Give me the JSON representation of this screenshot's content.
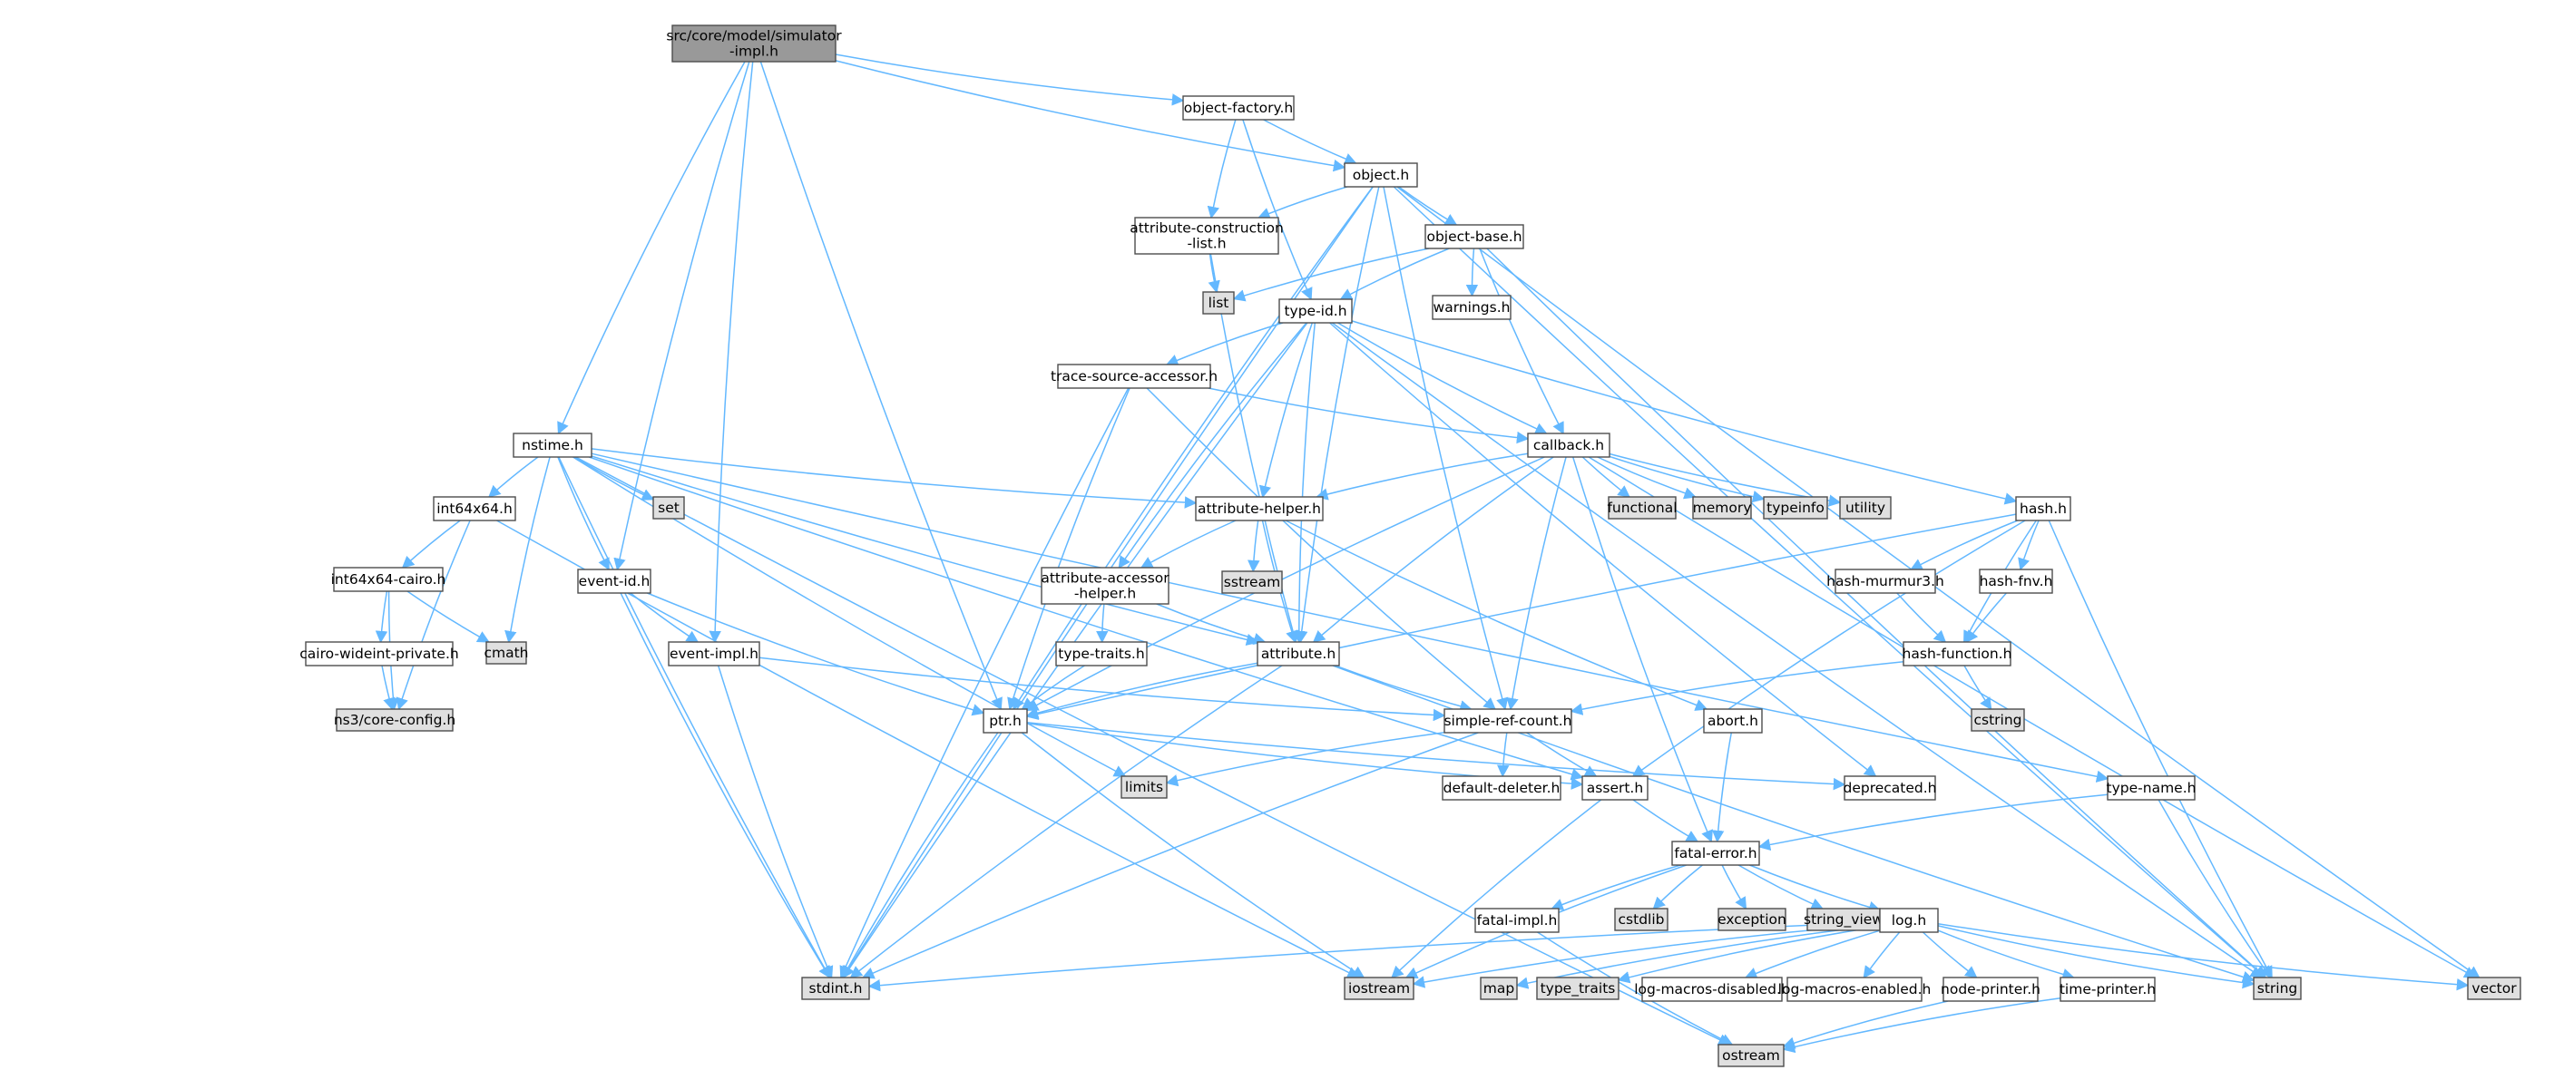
{
  "colors": {
    "edge": "#63b8ff",
    "node_fill": "#ffffff",
    "root_fill": "#999999",
    "system_fill": "#e0e0e0",
    "border": "#4d4d4d",
    "text": "#000000"
  },
  "nodes": [
    {
      "id": "root",
      "lines": [
        "src/core/model/simulator",
        "-impl.h"
      ],
      "kind": "root"
    },
    {
      "id": "object-factory",
      "lines": [
        "object-factory.h"
      ],
      "kind": "header"
    },
    {
      "id": "object",
      "lines": [
        "object.h"
      ],
      "kind": "header"
    },
    {
      "id": "attr-construction",
      "lines": [
        "attribute-construction",
        "-list.h"
      ],
      "kind": "header"
    },
    {
      "id": "object-base",
      "lines": [
        "object-base.h"
      ],
      "kind": "header"
    },
    {
      "id": "list",
      "lines": [
        "list"
      ],
      "kind": "system"
    },
    {
      "id": "warnings",
      "lines": [
        "warnings.h"
      ],
      "kind": "header"
    },
    {
      "id": "type-id",
      "lines": [
        "type-id.h"
      ],
      "kind": "header"
    },
    {
      "id": "trace-source",
      "lines": [
        "trace-source-accessor.h"
      ],
      "kind": "header"
    },
    {
      "id": "nstime",
      "lines": [
        "nstime.h"
      ],
      "kind": "header"
    },
    {
      "id": "callback",
      "lines": [
        "callback.h"
      ],
      "kind": "header"
    },
    {
      "id": "set",
      "lines": [
        "set"
      ],
      "kind": "system"
    },
    {
      "id": "int64x64",
      "lines": [
        "int64x64.h"
      ],
      "kind": "header"
    },
    {
      "id": "attribute-helper",
      "lines": [
        "attribute-helper.h"
      ],
      "kind": "header"
    },
    {
      "id": "functional",
      "lines": [
        "functional"
      ],
      "kind": "system"
    },
    {
      "id": "memory",
      "lines": [
        "memory"
      ],
      "kind": "system"
    },
    {
      "id": "typeinfo",
      "lines": [
        "typeinfo"
      ],
      "kind": "system"
    },
    {
      "id": "utility",
      "lines": [
        "utility"
      ],
      "kind": "system"
    },
    {
      "id": "hash",
      "lines": [
        "hash.h"
      ],
      "kind": "header"
    },
    {
      "id": "int64x64-cairo",
      "lines": [
        "int64x64-cairo.h"
      ],
      "kind": "header"
    },
    {
      "id": "event-id",
      "lines": [
        "event-id.h"
      ],
      "kind": "header"
    },
    {
      "id": "sstream",
      "lines": [
        "sstream"
      ],
      "kind": "system"
    },
    {
      "id": "attr-accessor",
      "lines": [
        "attribute-accessor",
        "-helper.h"
      ],
      "kind": "header"
    },
    {
      "id": "hash-murmur3",
      "lines": [
        "hash-murmur3.h"
      ],
      "kind": "header"
    },
    {
      "id": "hash-fnv",
      "lines": [
        "hash-fnv.h"
      ],
      "kind": "header"
    },
    {
      "id": "cairo-wideint",
      "lines": [
        "cairo-wideint-private.h"
      ],
      "kind": "header"
    },
    {
      "id": "cmath",
      "lines": [
        "cmath"
      ],
      "kind": "system"
    },
    {
      "id": "event-impl",
      "lines": [
        "event-impl.h"
      ],
      "kind": "header"
    },
    {
      "id": "type-traits-h",
      "lines": [
        "type-traits.h"
      ],
      "kind": "header"
    },
    {
      "id": "attribute",
      "lines": [
        "attribute.h"
      ],
      "kind": "header"
    },
    {
      "id": "hash-function",
      "lines": [
        "hash-function.h"
      ],
      "kind": "header"
    },
    {
      "id": "ns3-config",
      "lines": [
        "ns3/core-config.h"
      ],
      "kind": "system"
    },
    {
      "id": "cstring",
      "lines": [
        "cstring"
      ],
      "kind": "system"
    },
    {
      "id": "ptr",
      "lines": [
        "ptr.h"
      ],
      "kind": "header"
    },
    {
      "id": "simple-ref",
      "lines": [
        "simple-ref-count.h"
      ],
      "kind": "header"
    },
    {
      "id": "abort",
      "lines": [
        "abort.h"
      ],
      "kind": "header"
    },
    {
      "id": "limits",
      "lines": [
        "limits"
      ],
      "kind": "system"
    },
    {
      "id": "default-deleter",
      "lines": [
        "default-deleter.h"
      ],
      "kind": "header"
    },
    {
      "id": "assert",
      "lines": [
        "assert.h"
      ],
      "kind": "header"
    },
    {
      "id": "deprecated",
      "lines": [
        "deprecated.h"
      ],
      "kind": "header"
    },
    {
      "id": "type-name",
      "lines": [
        "type-name.h"
      ],
      "kind": "header"
    },
    {
      "id": "fatal-error",
      "lines": [
        "fatal-error.h"
      ],
      "kind": "header"
    },
    {
      "id": "fatal-impl",
      "lines": [
        "fatal-impl.h"
      ],
      "kind": "header"
    },
    {
      "id": "cstdlib",
      "lines": [
        "cstdlib"
      ],
      "kind": "system"
    },
    {
      "id": "exception",
      "lines": [
        "exception"
      ],
      "kind": "system"
    },
    {
      "id": "string_view",
      "lines": [
        "string_view"
      ],
      "kind": "system"
    },
    {
      "id": "log",
      "lines": [
        "log.h"
      ],
      "kind": "header"
    },
    {
      "id": "stdint",
      "lines": [
        "stdint.h"
      ],
      "kind": "system"
    },
    {
      "id": "iostream",
      "lines": [
        "iostream"
      ],
      "kind": "system"
    },
    {
      "id": "map",
      "lines": [
        "map"
      ],
      "kind": "system"
    },
    {
      "id": "type_traits",
      "lines": [
        "type_traits"
      ],
      "kind": "system"
    },
    {
      "id": "log-macros-disabled",
      "lines": [
        "log-macros-disabled.h"
      ],
      "kind": "header"
    },
    {
      "id": "log-macros-enabled",
      "lines": [
        "log-macros-enabled.h"
      ],
      "kind": "header"
    },
    {
      "id": "node-printer",
      "lines": [
        "node-printer.h"
      ],
      "kind": "header"
    },
    {
      "id": "time-printer",
      "lines": [
        "time-printer.h"
      ],
      "kind": "header"
    },
    {
      "id": "string",
      "lines": [
        "string"
      ],
      "kind": "system"
    },
    {
      "id": "vector",
      "lines": [
        "vector"
      ],
      "kind": "system"
    },
    {
      "id": "ostream",
      "lines": [
        "ostream"
      ],
      "kind": "system"
    }
  ],
  "edges": [
    [
      "root",
      "object-factory"
    ],
    [
      "root",
      "object"
    ],
    [
      "root",
      "nstime"
    ],
    [
      "root",
      "event-id"
    ],
    [
      "root",
      "event-impl"
    ],
    [
      "root",
      "ptr"
    ],
    [
      "object-factory",
      "object"
    ],
    [
      "object-factory",
      "attr-construction"
    ],
    [
      "object-factory",
      "type-id"
    ],
    [
      "object",
      "attr-construction"
    ],
    [
      "object",
      "object-base"
    ],
    [
      "object",
      "ptr"
    ],
    [
      "object",
      "attribute"
    ],
    [
      "object",
      "simple-ref"
    ],
    [
      "object",
      "stdint"
    ],
    [
      "object",
      "string"
    ],
    [
      "object",
      "vector"
    ],
    [
      "attr-construction",
      "list"
    ],
    [
      "attr-construction",
      "attribute"
    ],
    [
      "object-base",
      "list"
    ],
    [
      "object-base",
      "warnings"
    ],
    [
      "object-base",
      "type-id"
    ],
    [
      "object-base",
      "callback"
    ],
    [
      "object-base",
      "string"
    ],
    [
      "type-id",
      "trace-source"
    ],
    [
      "type-id",
      "callback"
    ],
    [
      "type-id",
      "attribute-helper"
    ],
    [
      "type-id",
      "attr-accessor"
    ],
    [
      "type-id",
      "attribute"
    ],
    [
      "type-id",
      "hash"
    ],
    [
      "type-id",
      "deprecated"
    ],
    [
      "type-id",
      "stdint"
    ],
    [
      "type-id",
      "string"
    ],
    [
      "trace-source",
      "callback"
    ],
    [
      "trace-source",
      "ptr"
    ],
    [
      "trace-source",
      "simple-ref"
    ],
    [
      "trace-source",
      "stdint"
    ],
    [
      "nstime",
      "set"
    ],
    [
      "nstime",
      "int64x64"
    ],
    [
      "nstime",
      "attribute-helper"
    ],
    [
      "nstime",
      "event-id"
    ],
    [
      "nstime",
      "attribute"
    ],
    [
      "nstime",
      "cmath"
    ],
    [
      "nstime",
      "limits"
    ],
    [
      "nstime",
      "assert"
    ],
    [
      "nstime",
      "stdint"
    ],
    [
      "nstime",
      "ostream"
    ],
    [
      "nstime",
      "type-name"
    ],
    [
      "callback",
      "functional"
    ],
    [
      "callback",
      "memory"
    ],
    [
      "callback",
      "typeinfo"
    ],
    [
      "callback",
      "utility"
    ],
    [
      "callback",
      "attribute-helper"
    ],
    [
      "callback",
      "attribute"
    ],
    [
      "callback",
      "ptr"
    ],
    [
      "callback",
      "simple-ref"
    ],
    [
      "callback",
      "fatal-error"
    ],
    [
      "callback",
      "vector"
    ],
    [
      "int64x64",
      "int64x64-cairo"
    ],
    [
      "int64x64",
      "ns3-config"
    ],
    [
      "int64x64",
      "iostream"
    ],
    [
      "int64x64-cairo",
      "cairo-wideint"
    ],
    [
      "int64x64-cairo",
      "cmath"
    ],
    [
      "int64x64-cairo",
      "ns3-config"
    ],
    [
      "cairo-wideint",
      "ns3-config"
    ],
    [
      "attribute-helper",
      "sstream"
    ],
    [
      "attribute-helper",
      "attr-accessor"
    ],
    [
      "attribute-helper",
      "attribute"
    ],
    [
      "attribute-helper",
      "abort"
    ],
    [
      "attr-accessor",
      "type-traits-h"
    ],
    [
      "attr-accessor",
      "attribute"
    ],
    [
      "hash",
      "hash-murmur3"
    ],
    [
      "hash",
      "hash-fnv"
    ],
    [
      "hash",
      "hash-function"
    ],
    [
      "hash",
      "assert"
    ],
    [
      "hash",
      "ptr"
    ],
    [
      "hash",
      "string"
    ],
    [
      "hash-murmur3",
      "hash-function"
    ],
    [
      "hash-fnv",
      "hash-function"
    ],
    [
      "hash-function",
      "simple-ref"
    ],
    [
      "hash-function",
      "cstring"
    ],
    [
      "event-id",
      "event-impl"
    ],
    [
      "event-id",
      "ptr"
    ],
    [
      "event-id",
      "stdint"
    ],
    [
      "event-impl",
      "simple-ref"
    ],
    [
      "event-impl",
      "stdint"
    ],
    [
      "type-traits-h",
      "ptr"
    ],
    [
      "attribute",
      "ptr"
    ],
    [
      "attribute",
      "simple-ref"
    ],
    [
      "attribute",
      "stdint"
    ],
    [
      "attribute",
      "string"
    ],
    [
      "ptr",
      "assert"
    ],
    [
      "ptr",
      "deprecated"
    ],
    [
      "ptr",
      "iostream"
    ],
    [
      "ptr",
      "stdint"
    ],
    [
      "simple-ref",
      "default-deleter"
    ],
    [
      "simple-ref",
      "assert"
    ],
    [
      "simple-ref",
      "limits"
    ],
    [
      "simple-ref",
      "stdint"
    ],
    [
      "abort",
      "fatal-error"
    ],
    [
      "assert",
      "fatal-error"
    ],
    [
      "assert",
      "iostream"
    ],
    [
      "type-name",
      "fatal-error"
    ],
    [
      "type-name",
      "string"
    ],
    [
      "fatal-error",
      "fatal-impl"
    ],
    [
      "fatal-error",
      "cstdlib"
    ],
    [
      "fatal-error",
      "exception"
    ],
    [
      "fatal-error",
      "string_view"
    ],
    [
      "fatal-error",
      "log"
    ],
    [
      "fatal-error",
      "iostream"
    ],
    [
      "fatal-impl",
      "ostream"
    ],
    [
      "log",
      "stdint"
    ],
    [
      "log",
      "iostream"
    ],
    [
      "log",
      "map"
    ],
    [
      "log",
      "type_traits"
    ],
    [
      "log",
      "log-macros-disabled"
    ],
    [
      "log",
      "log-macros-enabled"
    ],
    [
      "log",
      "node-printer"
    ],
    [
      "log",
      "time-printer"
    ],
    [
      "log",
      "string"
    ],
    [
      "log",
      "vector"
    ],
    [
      "node-printer",
      "ostream"
    ],
    [
      "time-printer",
      "ostream"
    ]
  ]
}
